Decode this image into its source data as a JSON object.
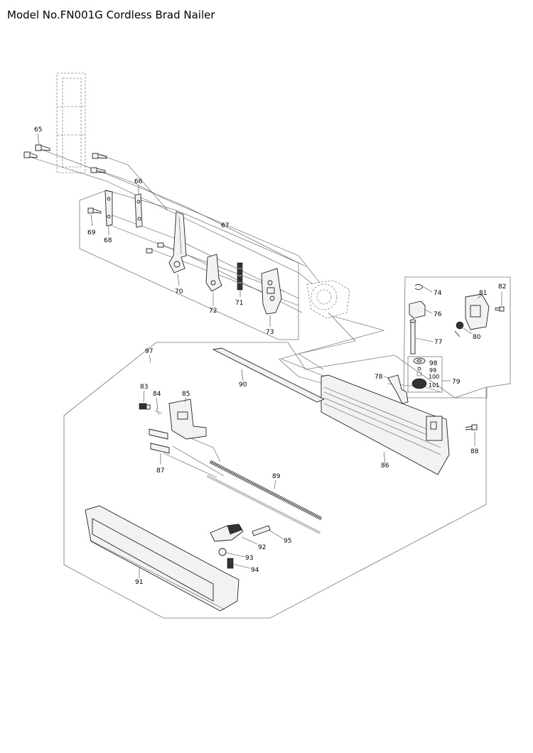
{
  "title": "Model No.FN001G Cordless Brad Nailer",
  "labels": {
    "p65": "65",
    "p66": "66",
    "p67": "67",
    "p68": "68",
    "p69": "69",
    "p70": "70",
    "p71": "71",
    "p72": "72",
    "p73": "73",
    "p74": "74",
    "p76": "76",
    "p77": "77",
    "p78": "78",
    "p79": "79",
    "p80": "80",
    "p81": "81",
    "p82": "82",
    "p83": "83",
    "p84": "84",
    "p85": "85",
    "p86": "86",
    "p87": "87",
    "p88": "88",
    "p89": "89",
    "p90": "90",
    "p91": "91",
    "p92": "92",
    "p93": "93",
    "p94": "94",
    "p95": "95",
    "p97": "97",
    "p98": "98",
    "p99": "99",
    "p100": "100",
    "p101": "101"
  }
}
